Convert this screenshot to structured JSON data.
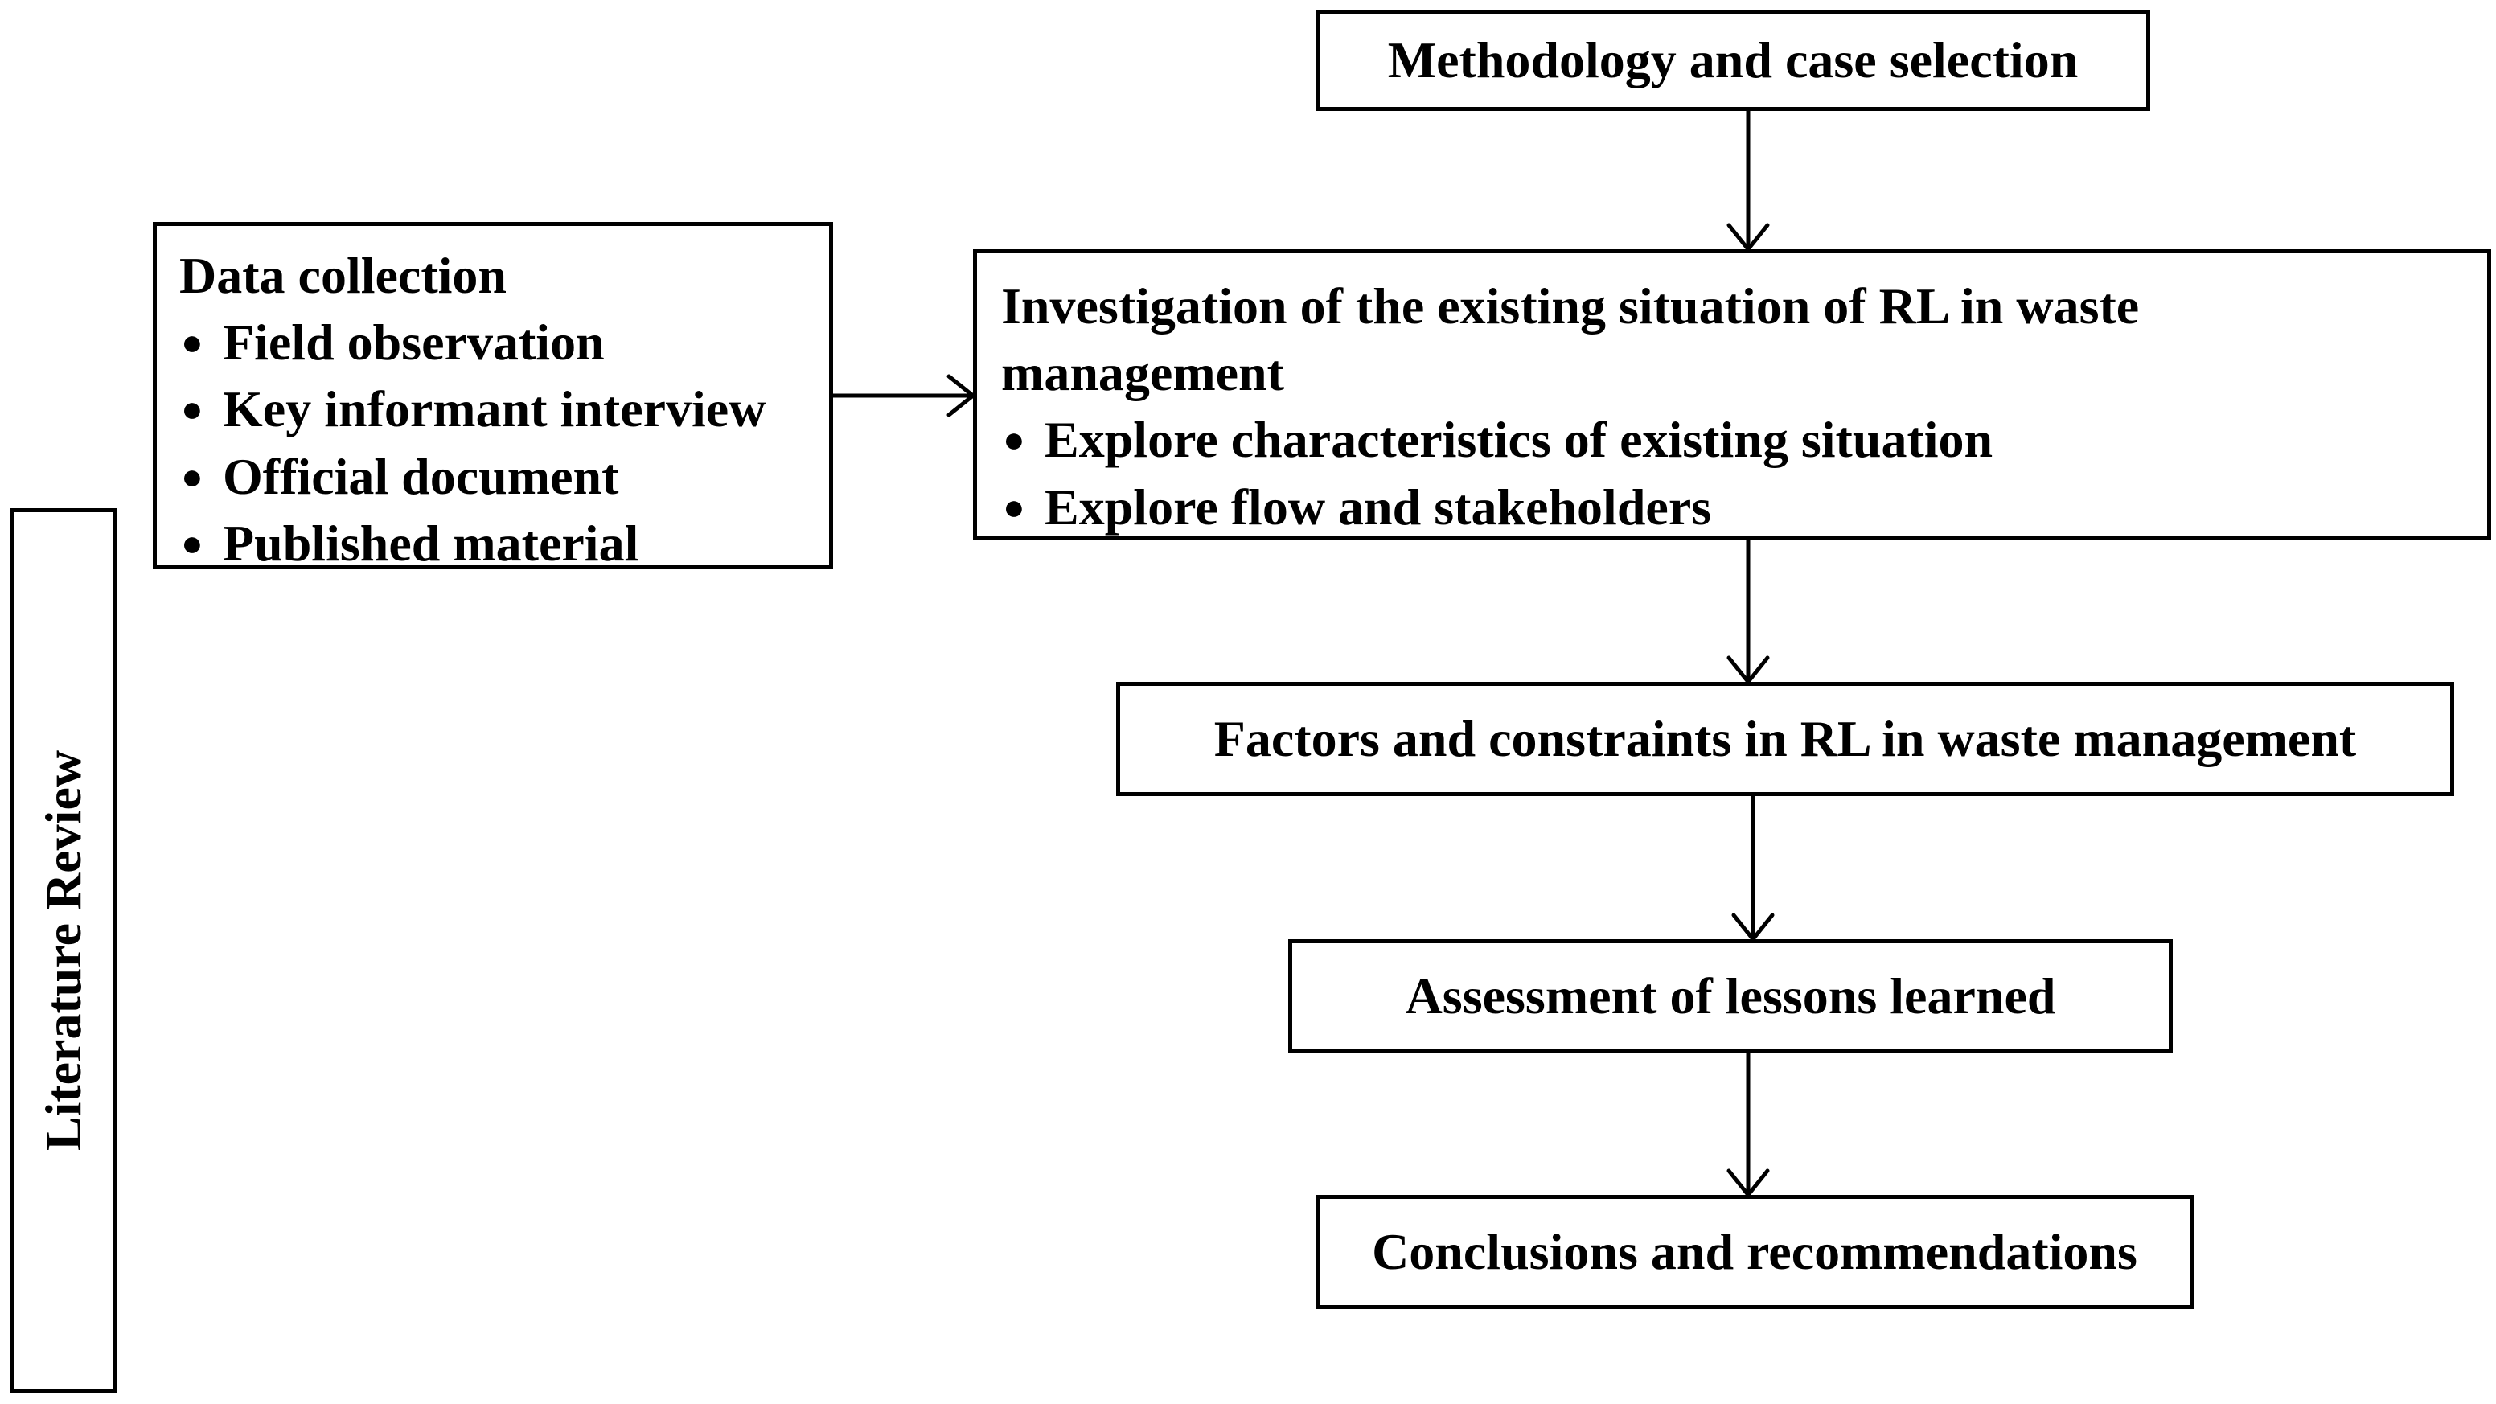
{
  "diagram": {
    "methodology": "Methodology and case selection",
    "data_collection": {
      "title": "Data collection",
      "items": [
        "Field observation",
        "Key informant interview",
        "Official document",
        "Published material"
      ]
    },
    "investigation": {
      "title": "Investigation of the existing situation of RL in waste management",
      "items": [
        "Explore characteristics of existing situation",
        "Explore flow and stakeholders"
      ]
    },
    "factors": "Factors and constraints in RL in waste management",
    "assessment": "Assessment of lessons learned",
    "conclusions": "Conclusions and recommendations",
    "literature_review": "Literature Review"
  }
}
